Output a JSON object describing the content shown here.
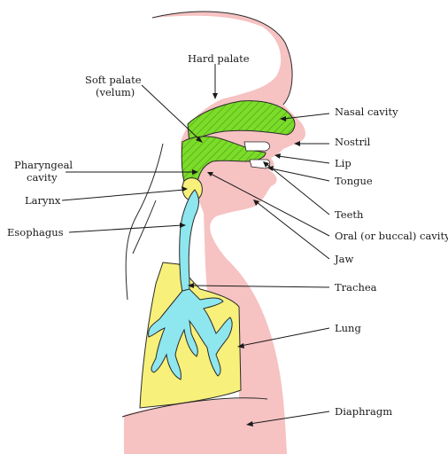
{
  "colors": {
    "body": "#f6c2c2",
    "nasal_and_pharynx": "#7bdc2a",
    "airway": "#8ee6ee",
    "lung": "#f7f07a",
    "teeth": "#ffffff",
    "outline": "#2a2a2a"
  },
  "labels": {
    "hard_palate": "Hard palate",
    "soft_palate": "Soft palate",
    "velum": "(velum)",
    "nasal_cavity": "Nasal cavity",
    "nostril": "Nostril",
    "lip": "Lip",
    "tongue": "Tongue",
    "pharyngeal": "Pharyngeal",
    "cavity": "cavity",
    "larynx": "Larynx",
    "esophagus": "Esophagus",
    "teeth": "Teeth",
    "oral_cavity": "Oral (or buccal) cavity",
    "jaw": "Jaw",
    "trachea": "Trachea",
    "lung": "Lung",
    "diaphragm": "Diaphragm"
  }
}
